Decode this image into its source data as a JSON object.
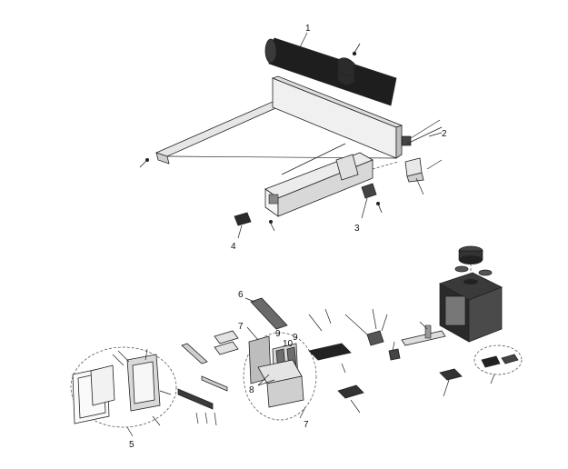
{
  "callouts": {
    "c1": "1",
    "c2": "2",
    "c3": "3",
    "c4": "4",
    "c5": "5",
    "c6": "6",
    "c7a": "7",
    "c7b": "7",
    "c8": "8",
    "c9a": "9",
    "c9b": "9",
    "c10": "10"
  }
}
